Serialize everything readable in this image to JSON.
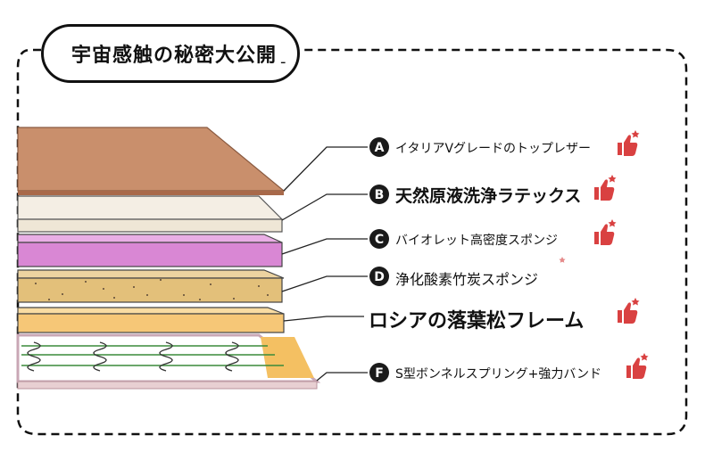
{
  "title": {
    "text": "宇宙感触の秘密大公開",
    "dash": "-"
  },
  "layers": [
    {
      "letter": "A",
      "text": "イタリアVグレードのトップレザー",
      "name": "layer-a-label"
    },
    {
      "letter": "B",
      "text": "天然原液洗浄ラテックス",
      "name": "layer-b-label"
    },
    {
      "letter": "C",
      "text": "バイオレット高密度スポンジ",
      "name": "layer-c-label"
    },
    {
      "letter": "D",
      "text": "浄化酸素竹炭スポンジ",
      "name": "layer-d-label"
    },
    {
      "letter": "",
      "text": "ロシアの落葉松フレーム",
      "name": "layer-e-label"
    },
    {
      "letter": "F",
      "text": "S型ボンネルスプリング+強力バンド",
      "name": "layer-f-label"
    }
  ],
  "colors": {
    "leather": "#c98f6c",
    "latex": "#f1e9dc",
    "purple": "#d987d4",
    "bamboo": "#e3c07a",
    "frame": "#f6c777",
    "spring_border": "#d9b8c2",
    "thumb": "#d94141",
    "leader": "#222222"
  },
  "icons": [
    "thumbs-up-icon",
    "sparkle-icon"
  ]
}
